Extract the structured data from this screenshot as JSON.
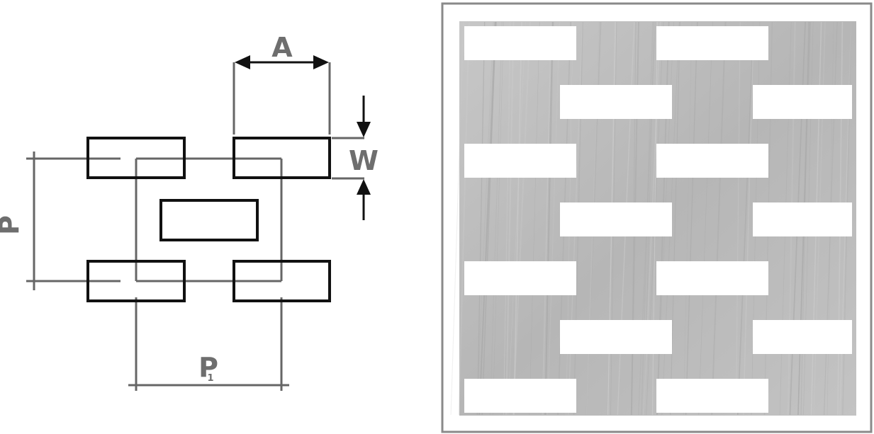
{
  "diagram": {
    "labels": {
      "slot_length": "A",
      "slot_width": "W",
      "pitch_vertical": "P",
      "pitch_horizontal_main": "P",
      "pitch_horizontal_sub": "1"
    }
  },
  "colors": {
    "outline": "#111111",
    "dimension_line": "#666666",
    "label": "#6e6e6e",
    "sheet_fill": "#bcbcbc",
    "frame": "#8a8a8a",
    "slot_fill": "#ffffff"
  }
}
